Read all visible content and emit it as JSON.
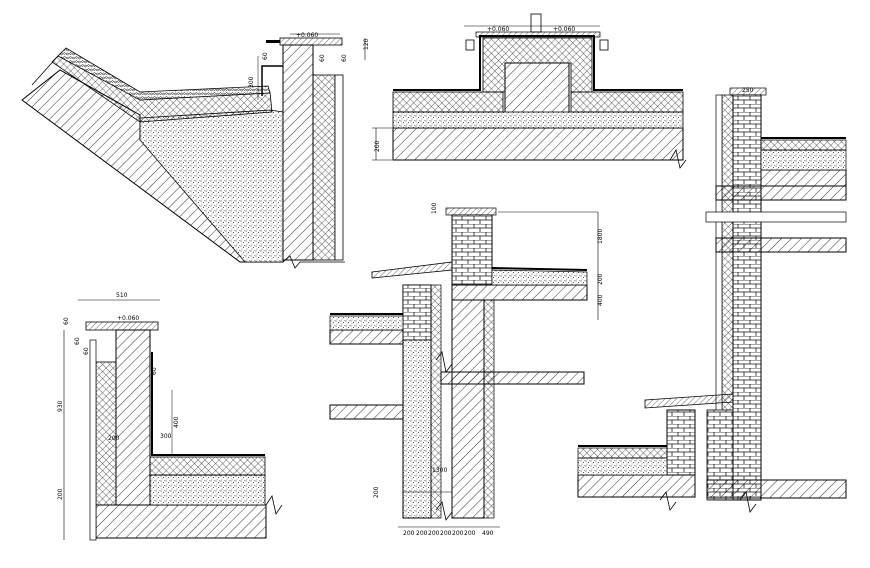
{
  "colors": {
    "line": "#000000",
    "background": "#ffffff"
  },
  "details": {
    "sloped_parapet": {
      "level": "+0.060",
      "dims": [
        "120",
        "300",
        "60",
        "60",
        "60"
      ]
    },
    "roof_upstand": {
      "level_left": "+0.060",
      "level_right": "+0.060",
      "dim_slab": "200"
    },
    "parapet_corner": {
      "width": "510",
      "level": "+0.060",
      "dims": [
        "60",
        "60",
        "60",
        "930",
        "300",
        "200",
        "200",
        "400",
        "60"
      ]
    },
    "stepped_section": {
      "dims": [
        "100",
        "1800",
        "200",
        "400",
        "1300",
        "200"
      ],
      "bottom_dims": [
        "200",
        "200",
        "200",
        "200",
        "200",
        "200",
        "490"
      ]
    },
    "wall_section": {
      "dims": [
        "250"
      ]
    }
  }
}
